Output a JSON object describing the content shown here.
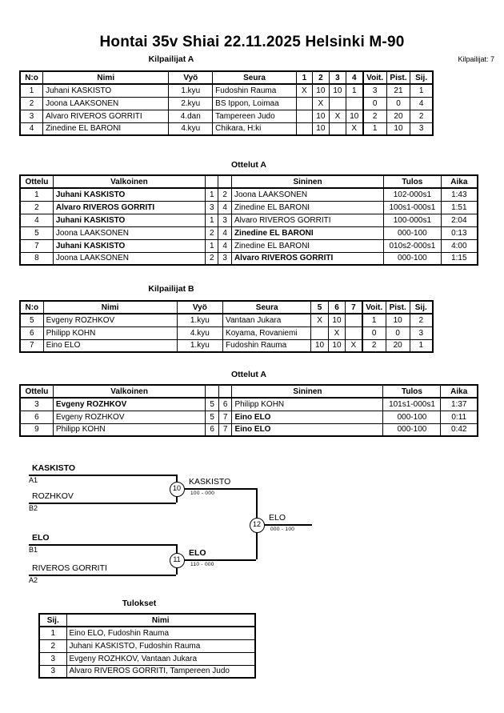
{
  "header": {
    "title": "Hontai 35v Shiai  22.11.2025  Helsinki   M-90",
    "entrants_label": "Kilpailijat: 7"
  },
  "sections": {
    "pool_a_title": "Kilpailijat A",
    "matches_a_title": "Ottelut A",
    "pool_b_title": "Kilpailijat B",
    "matches_b_title": "Ottelut A",
    "results_title": "Tulokset"
  },
  "pool_a": {
    "headers": [
      "N:o",
      "Nimi",
      "Vyö",
      "Seura",
      "1",
      "2",
      "3",
      "4",
      "Voit.",
      "Pist.",
      "Sij."
    ],
    "rows": [
      {
        "no": "1",
        "name": "Juhani KASKISTO",
        "belt": "1.kyu",
        "club": "Fudoshin Rauma",
        "g": [
          "X",
          "10",
          "10",
          "1"
        ],
        "wins": "3",
        "points": "21",
        "rank": "1"
      },
      {
        "no": "2",
        "name": "Joona LAAKSONEN",
        "belt": "2.kyu",
        "club": "BS Ippon, Loimaa",
        "g": [
          "",
          "X",
          "",
          ""
        ],
        "wins": "0",
        "points": "0",
        "rank": "4"
      },
      {
        "no": "3",
        "name": "Alvaro RIVEROS GORRITI",
        "belt": "4.dan",
        "club": "Tampereen Judo",
        "g": [
          "",
          "10",
          "X",
          "10"
        ],
        "wins": "2",
        "points": "20",
        "rank": "2"
      },
      {
        "no": "4",
        "name": "Zinedine EL BARONI",
        "belt": "4.kyu",
        "club": "Chikara, H:ki",
        "g": [
          "",
          "10",
          "",
          "X"
        ],
        "wins": "1",
        "points": "10",
        "rank": "3"
      }
    ]
  },
  "matches_a": {
    "headers": [
      "Ottelu",
      "Valkoinen",
      "",
      "",
      "Sininen",
      "Tulos",
      "Aika"
    ],
    "rows": [
      {
        "match": "1",
        "white": "Juhani KASKISTO",
        "white_bold": true,
        "wn": "1",
        "bn": "2",
        "blue": "Joona LAAKSONEN",
        "blue_bold": false,
        "result": "102-000s1",
        "time": "1:43"
      },
      {
        "match": "2",
        "white": "Alvaro RIVEROS GORRITI",
        "white_bold": true,
        "wn": "3",
        "bn": "4",
        "blue": "Zinedine EL BARONI",
        "blue_bold": false,
        "result": "100s1-000s1",
        "time": "1:51"
      },
      {
        "match": "4",
        "white": "Juhani KASKISTO",
        "white_bold": true,
        "wn": "1",
        "bn": "3",
        "blue": "Alvaro RIVEROS GORRITI",
        "blue_bold": false,
        "result": "100-000s1",
        "time": "2:04"
      },
      {
        "match": "5",
        "white": "Joona LAAKSONEN",
        "white_bold": false,
        "wn": "2",
        "bn": "4",
        "blue": "Zinedine EL BARONI",
        "blue_bold": true,
        "result": "000-100",
        "time": "0:13"
      },
      {
        "match": "7",
        "white": "Juhani KASKISTO",
        "white_bold": true,
        "wn": "1",
        "bn": "4",
        "blue": "Zinedine EL BARONI",
        "blue_bold": false,
        "result": "010s2-000s1",
        "time": "4:00"
      },
      {
        "match": "8",
        "white": "Joona LAAKSONEN",
        "white_bold": false,
        "wn": "2",
        "bn": "3",
        "blue": "Alvaro RIVEROS GORRITI",
        "blue_bold": true,
        "result": "000-100",
        "time": "1:15"
      }
    ]
  },
  "pool_b": {
    "headers": [
      "N:o",
      "Nimi",
      "Vyö",
      "Seura",
      "5",
      "6",
      "7",
      "Voit.",
      "Pist.",
      "Sij."
    ],
    "rows": [
      {
        "no": "5",
        "name": "Evgeny ROZHKOV",
        "belt": "1.kyu",
        "club": "Vantaan Jukara",
        "g": [
          "X",
          "10",
          ""
        ],
        "wins": "1",
        "points": "10",
        "rank": "2"
      },
      {
        "no": "6",
        "name": "Philipp KOHN",
        "belt": "4.kyu",
        "club": "Koyama, Rovaniemi",
        "g": [
          "",
          "X",
          ""
        ],
        "wins": "0",
        "points": "0",
        "rank": "3"
      },
      {
        "no": "7",
        "name": "Eino ELO",
        "belt": "1.kyu",
        "club": "Fudoshin Rauma",
        "g": [
          "10",
          "10",
          "X"
        ],
        "wins": "2",
        "points": "20",
        "rank": "1"
      }
    ]
  },
  "matches_b": {
    "headers": [
      "Ottelu",
      "Valkoinen",
      "",
      "",
      "Sininen",
      "Tulos",
      "Aika"
    ],
    "rows": [
      {
        "match": "3",
        "white": "Evgeny ROZHKOV",
        "white_bold": true,
        "wn": "5",
        "bn": "6",
        "blue": "Philipp KOHN",
        "blue_bold": false,
        "result": "101s1-000s1",
        "time": "1:37"
      },
      {
        "match": "6",
        "white": "Evgeny ROZHKOV",
        "white_bold": false,
        "wn": "5",
        "bn": "7",
        "blue": "Eino ELO",
        "blue_bold": true,
        "result": "000-100",
        "time": "0:11"
      },
      {
        "match": "9",
        "white": "Philipp KOHN",
        "white_bold": false,
        "wn": "6",
        "bn": "7",
        "blue": "Eino ELO",
        "blue_bold": true,
        "result": "000-100",
        "time": "0:42"
      }
    ]
  },
  "bracket": {
    "slots": [
      {
        "name": "KASKISTO",
        "seed": "A1",
        "bold": true
      },
      {
        "name": "ROZHKOV",
        "seed": "B2",
        "bold": false
      },
      {
        "name": "ELO",
        "seed": "B1",
        "bold": true
      },
      {
        "name": "RIVEROS GORRITI",
        "seed": "A2",
        "bold": false
      }
    ],
    "nodes": [
      {
        "id": "10",
        "winner": "KASKISTO",
        "score": "100 - 000",
        "bold": false
      },
      {
        "id": "11",
        "winner": "ELO",
        "score": "110 - 000",
        "bold": true
      },
      {
        "id": "12",
        "winner": "ELO",
        "score": "000 - 100",
        "bold": false
      }
    ]
  },
  "results": {
    "headers": [
      "Sij.",
      "Nimi"
    ],
    "rows": [
      {
        "rank": "1",
        "name": "Eino ELO, Fudoshin Rauma"
      },
      {
        "rank": "2",
        "name": "Juhani KASKISTO, Fudoshin Rauma"
      },
      {
        "rank": "3",
        "name": "Evgeny ROZHKOV, Vantaan Jukara"
      },
      {
        "rank": "3",
        "name": "Alvaro RIVEROS GORRITI, Tampereen Judo"
      }
    ]
  }
}
